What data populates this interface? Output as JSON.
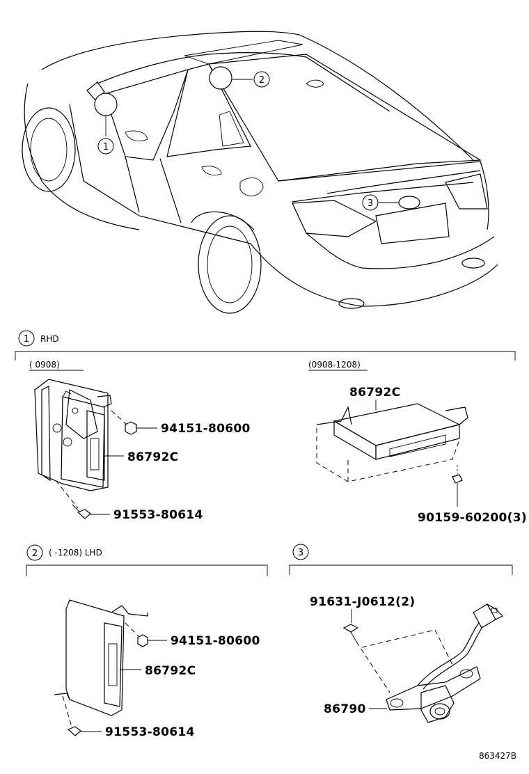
{
  "callouts": {
    "c1": "1",
    "c2": "2",
    "c3": "3"
  },
  "sections": {
    "rhd": {
      "label": "RHD",
      "left_period": "(      0908)",
      "right_period": "(0908-1208)",
      "left_parts": {
        "nut": "94151-80600",
        "ecu": "86792C",
        "screw": "91553-80614"
      },
      "right_parts": {
        "ecu": "86792C",
        "bolt": "90159-60200(3)"
      }
    },
    "lhd": {
      "label": "(      -1208) LHD",
      "parts": {
        "nut": "94151-80600",
        "ecu": "86792C",
        "screw": "91553-80614"
      }
    },
    "camera": {
      "parts": {
        "screw": "91631-J0612(2)",
        "camera": "86790"
      }
    }
  },
  "drawing_id": "863427B"
}
